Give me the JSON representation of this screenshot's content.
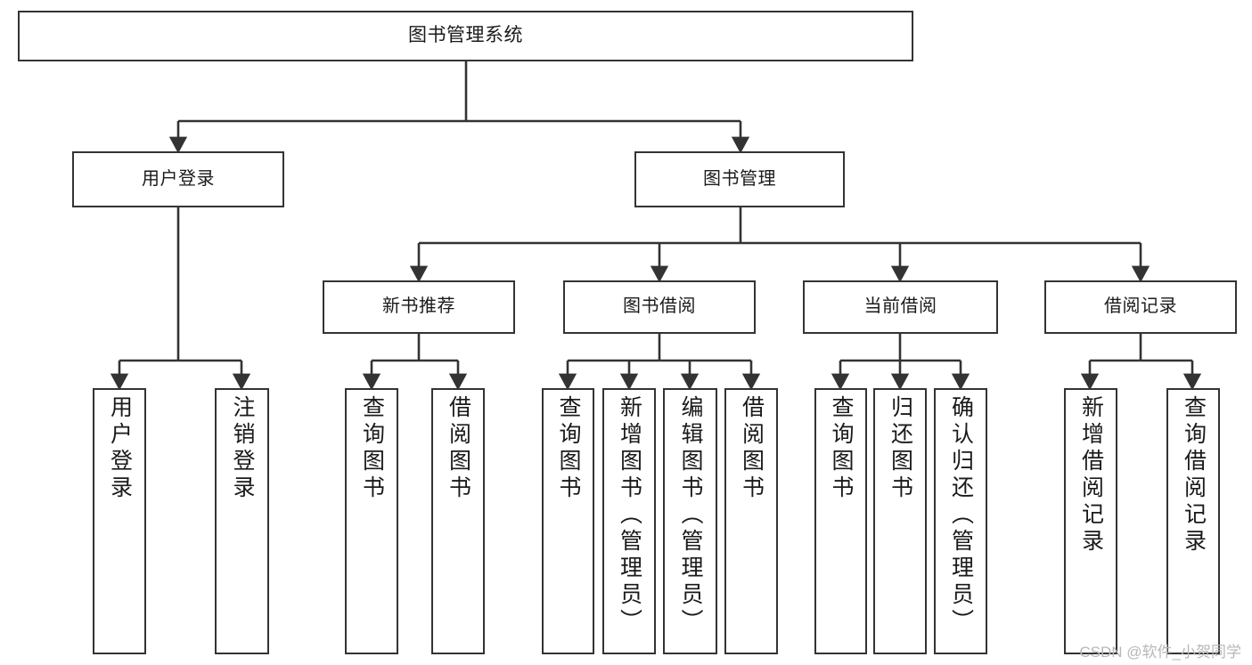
{
  "diagram": {
    "title": "图书管理系统",
    "type": "tree-hierarchy",
    "orientation": "top-down",
    "colors": {
      "node_border": "#333333",
      "node_fill": "#ffffff",
      "connector": "#333333",
      "text": "#1a1a1a",
      "watermark": "#b8b8b8",
      "background": "#ffffff"
    },
    "root": {
      "label": "图书管理系统"
    },
    "level2": [
      {
        "label": "用户登录"
      },
      {
        "label": "图书管理"
      }
    ],
    "level3": [
      {
        "label": "新书推荐"
      },
      {
        "label": "图书借阅"
      },
      {
        "label": "当前借阅"
      },
      {
        "label": "借阅记录"
      }
    ],
    "leaves": {
      "user_login": [
        {
          "label": "用户登录"
        },
        {
          "label": "注销登录"
        }
      ],
      "new_book": [
        {
          "label": "查询图书"
        },
        {
          "label": "借阅图书"
        }
      ],
      "book_borrow": [
        {
          "label": "查询图书"
        },
        {
          "label": "新增图书（管理员）"
        },
        {
          "label": "编辑图书（管理员）"
        },
        {
          "label": "借阅图书"
        }
      ],
      "current_borrow": [
        {
          "label": "查询图书"
        },
        {
          "label": "归还图书"
        },
        {
          "label": "确认归还（管理员）"
        }
      ],
      "borrow_record": [
        {
          "label": "新增借阅记录"
        },
        {
          "label": "查询借阅记录"
        }
      ]
    }
  },
  "watermark": {
    "text": "CSDN @软件_小贺同学"
  }
}
